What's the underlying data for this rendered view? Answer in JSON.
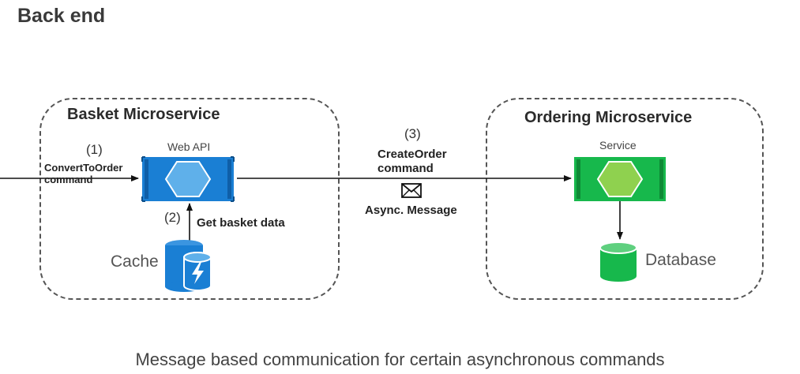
{
  "title": "Back end",
  "basket": {
    "title": "Basket Microservice",
    "web_api_label": "Web API",
    "cache_label": "Cache",
    "step1_number": "(1)",
    "step1_text": [
      "ConvertToOrder",
      "command"
    ],
    "step2_number": "(2)",
    "step2_text": "Get basket data"
  },
  "message": {
    "step3_number": "(3)",
    "text": [
      "CreateOrder",
      "command"
    ],
    "async_label": "Async. Message"
  },
  "ordering": {
    "title": "Ordering Microservice",
    "service_label": "Service",
    "database_label": "Database"
  },
  "caption": "Message based communication for certain asynchronous commands",
  "colors": {
    "web_api": "#1a7fd4",
    "service": "#17b84c",
    "cache": "#1a7fd4",
    "database": "#17b84c"
  }
}
